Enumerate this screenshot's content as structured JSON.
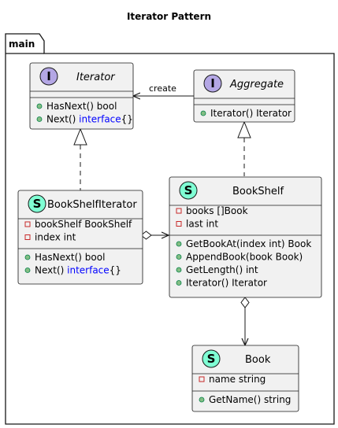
{
  "title": "Iterator Pattern",
  "package": "main",
  "colors": {
    "box_fill": "#f1f1f1",
    "border": "#181818",
    "interface_badge": "#b4a7e5",
    "struct_badge": "#7fffd4",
    "member_public": "#84be84",
    "member_private": "#c82929",
    "keyword": "#0000ff"
  },
  "classes": {
    "iterator": {
      "badge": "I",
      "name": "Iterator",
      "fields": [],
      "methods": [
        {
          "visibility": "public",
          "text": "HasNext() bool",
          "suffix": "",
          "keyword": ""
        },
        {
          "visibility": "public",
          "text": "Next() ",
          "keyword": "interface",
          "suffix": "{}"
        }
      ]
    },
    "aggregate": {
      "badge": "I",
      "name": "Aggregate",
      "fields": [],
      "methods": [
        {
          "visibility": "public",
          "text": "Iterator() Iterator",
          "keyword": "",
          "suffix": ""
        }
      ]
    },
    "bookshelfiterator": {
      "badge": "S",
      "name": "BookShelfIterator",
      "fields": [
        {
          "visibility": "private",
          "text": "bookShelf BookShelf"
        },
        {
          "visibility": "private",
          "text": "index int"
        }
      ],
      "methods": [
        {
          "visibility": "public",
          "text": "HasNext() bool",
          "keyword": "",
          "suffix": ""
        },
        {
          "visibility": "public",
          "text": "Next() ",
          "keyword": "interface",
          "suffix": "{}"
        }
      ]
    },
    "bookshelf": {
      "badge": "S",
      "name": "BookShelf",
      "fields": [
        {
          "visibility": "private",
          "text": "books []Book"
        },
        {
          "visibility": "private",
          "text": "last int"
        }
      ],
      "methods": [
        {
          "visibility": "public",
          "text": "GetBookAt(index int) Book",
          "keyword": "",
          "suffix": ""
        },
        {
          "visibility": "public",
          "text": "AppendBook(book Book)",
          "keyword": "",
          "suffix": ""
        },
        {
          "visibility": "public",
          "text": "GetLength() int",
          "keyword": "",
          "suffix": ""
        },
        {
          "visibility": "public",
          "text": "Iterator() Iterator",
          "keyword": "",
          "suffix": ""
        }
      ]
    },
    "book": {
      "badge": "S",
      "name": "Book",
      "fields": [
        {
          "visibility": "private",
          "text": "name string"
        }
      ],
      "methods": [
        {
          "visibility": "public",
          "text": "GetName() string",
          "keyword": "",
          "suffix": ""
        }
      ]
    }
  },
  "relations": {
    "create_label": "create"
  }
}
